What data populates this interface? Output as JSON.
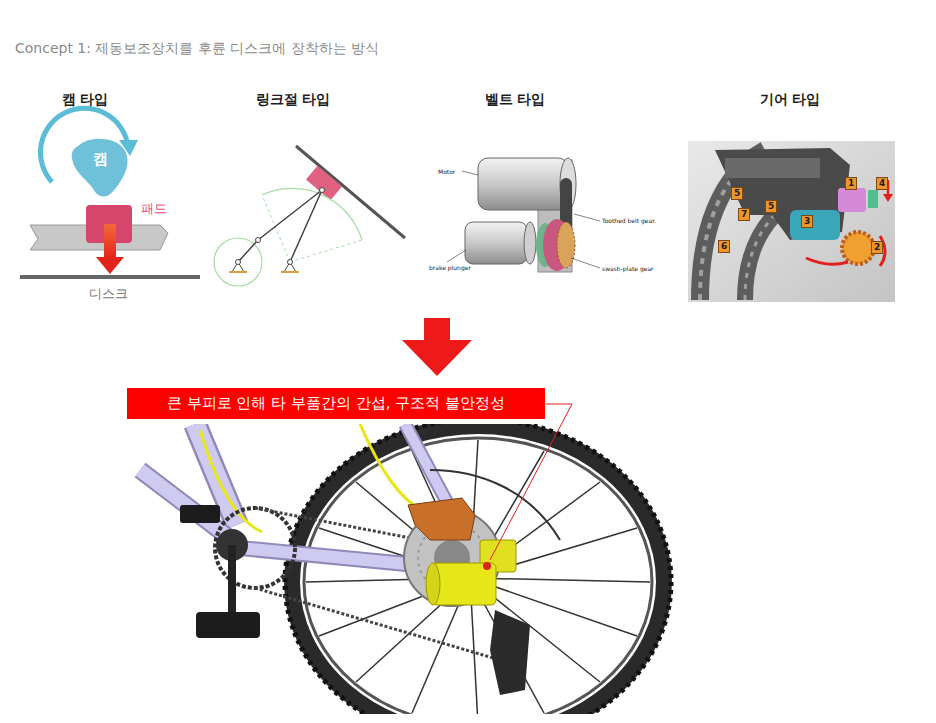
{
  "diagram": {
    "title": "Concept 1: 제동보조장치를 후륜 디스크에 장착하는 방식",
    "nodes": [
      {
        "text": [
          "캠"
        ]
      },
      {
        "text": [
          "큰 부피로 인해 타 부품간의 간섭, 구조적 불안정성"
        ]
      }
    ],
    "labels": [
      "캠 타입",
      "링크절 타입",
      "벨트 타입",
      "기어 타입",
      "패드",
      "디스크",
      "Motor",
      "Toothed belt gear.",
      "brake plunger",
      "swash-plate gear",
      "5",
      "7",
      "5",
      "6",
      "1",
      "4",
      "3",
      "2"
    ]
  }
}
